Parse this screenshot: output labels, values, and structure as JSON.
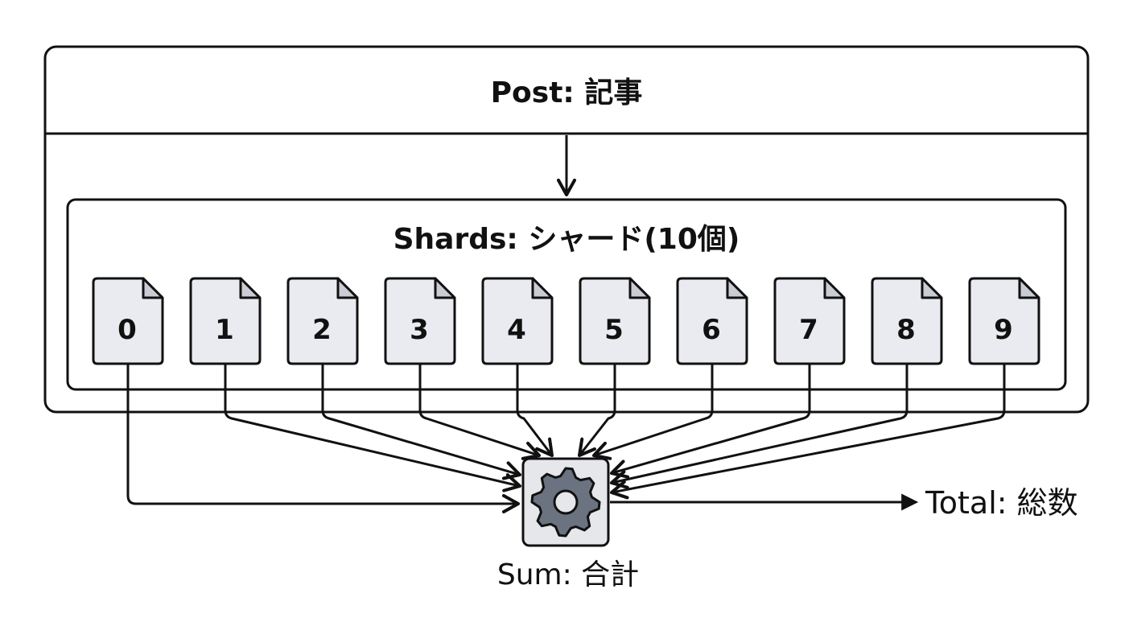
{
  "post": {
    "label": "Post: 記事"
  },
  "shards": {
    "label": "Shards: シャード(10個)",
    "items": [
      "0",
      "1",
      "2",
      "3",
      "4",
      "5",
      "6",
      "7",
      "8",
      "9"
    ]
  },
  "sum": {
    "label": "Sum: 合計",
    "icon": "gear-icon"
  },
  "total": {
    "label": "Total: 総数"
  },
  "colors": {
    "stroke": "#111111",
    "shard_fill": "#e9ebf0",
    "shard_fold": "#c9ccd4",
    "gear_fill": "#6b7280",
    "gear_box": "#e5e7eb"
  }
}
